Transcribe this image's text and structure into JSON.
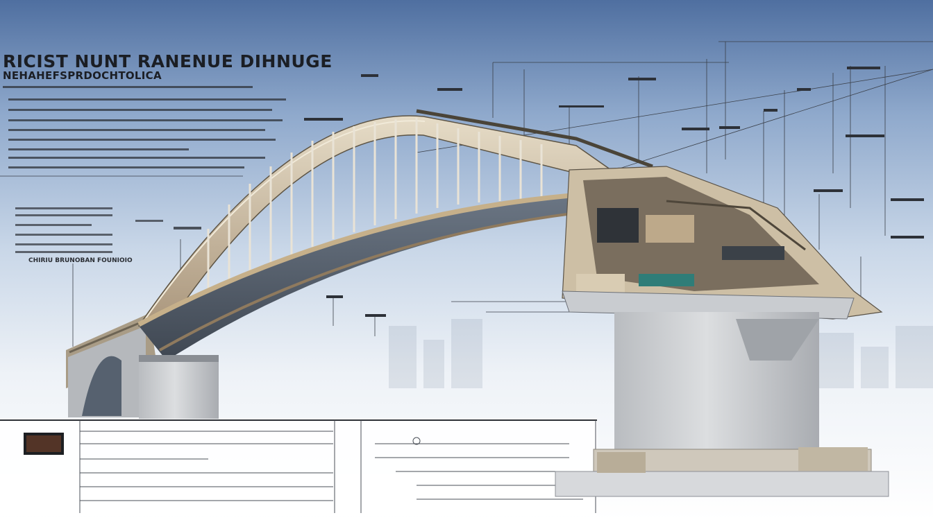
{
  "header": {
    "title": "RICIST NUNT RANENUE DIHNUGE",
    "subtitle": "NEHAHEFSPRDOCHTOLICA"
  },
  "annotations": {
    "left_note": "CHIRIU BRUNOBAN FOUNIOIO"
  },
  "colors": {
    "sky_top": "#4f6fa0",
    "sky_bottom": "#ffffff",
    "arch": "#d8cbb2",
    "deck": "#8f7a5e",
    "concrete": "#cfd1d3",
    "leader_lines": "#3a3f48"
  }
}
